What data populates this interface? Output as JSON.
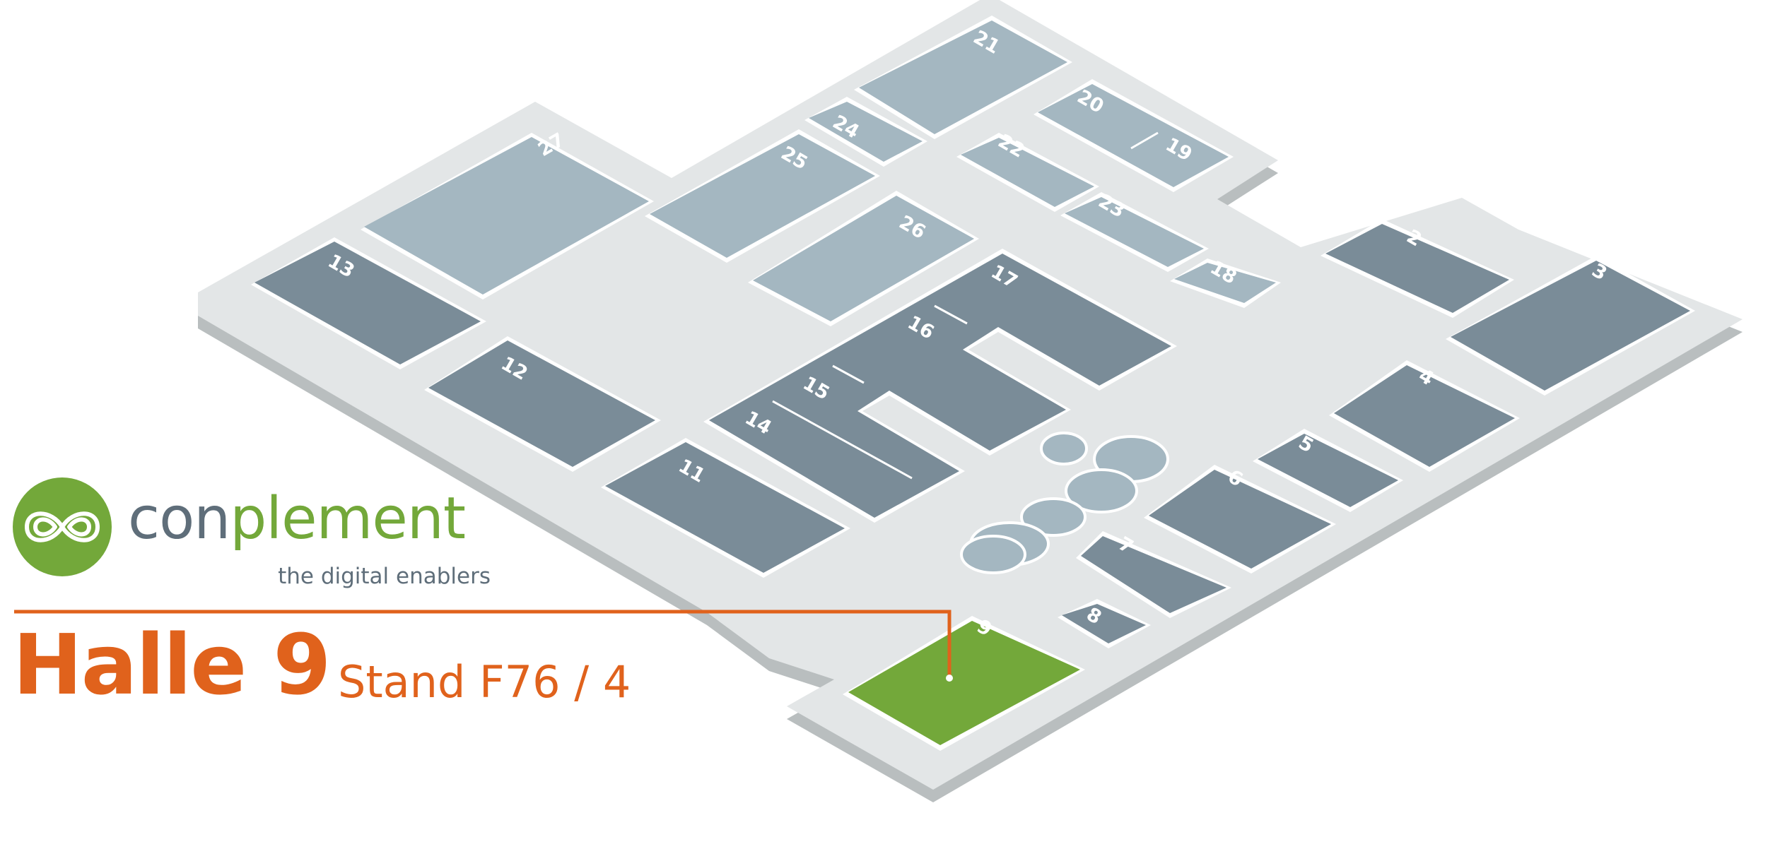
{
  "brand": {
    "name_part1": "con",
    "name_part2": "plement",
    "tagline": "the digital enablers",
    "logo": "conplement-logo-icon"
  },
  "location": {
    "hall": "Halle 9",
    "stand": "Stand F76 / 4"
  },
  "map": {
    "highlighted_hall": "9",
    "halls": [
      "2",
      "3",
      "4",
      "5",
      "6",
      "7",
      "8",
      "9",
      "11",
      "12",
      "13",
      "14",
      "15",
      "16",
      "17",
      "18",
      "19",
      "20",
      "21",
      "22",
      "23",
      "24",
      "25",
      "26",
      "27"
    ]
  },
  "colors": {
    "highlight": "#73a83a",
    "accent": "#e0621c",
    "hall_dark": "#7a8c98",
    "hall_light": "#a4b7c1",
    "floor": "#d6dadb",
    "brand_gray": "#5f6e7a"
  }
}
